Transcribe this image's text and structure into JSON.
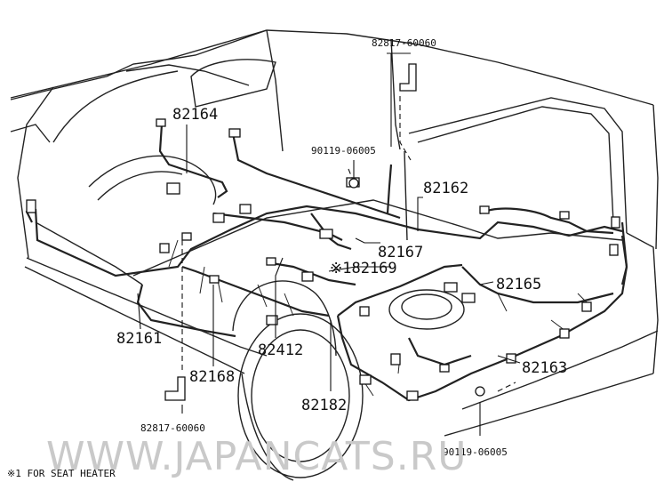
{
  "parts": {
    "p82817_top": "82817-60060",
    "p82164": "82164",
    "p90119_top": "90119-06005",
    "p82162": "82162",
    "p82167": "82167",
    "p82169": "※182169",
    "p82165": "82165",
    "p82161": "82161",
    "p82412": "82412",
    "p82168": "82168",
    "p82163": "82163",
    "p82182": "82182",
    "p82817_bottom": "82817-60060",
    "p90119_bottom": "90119-06005"
  },
  "footnote": "※1 FOR SEAT HEATER",
  "watermark": "WWW.JAPANCATS.RU"
}
